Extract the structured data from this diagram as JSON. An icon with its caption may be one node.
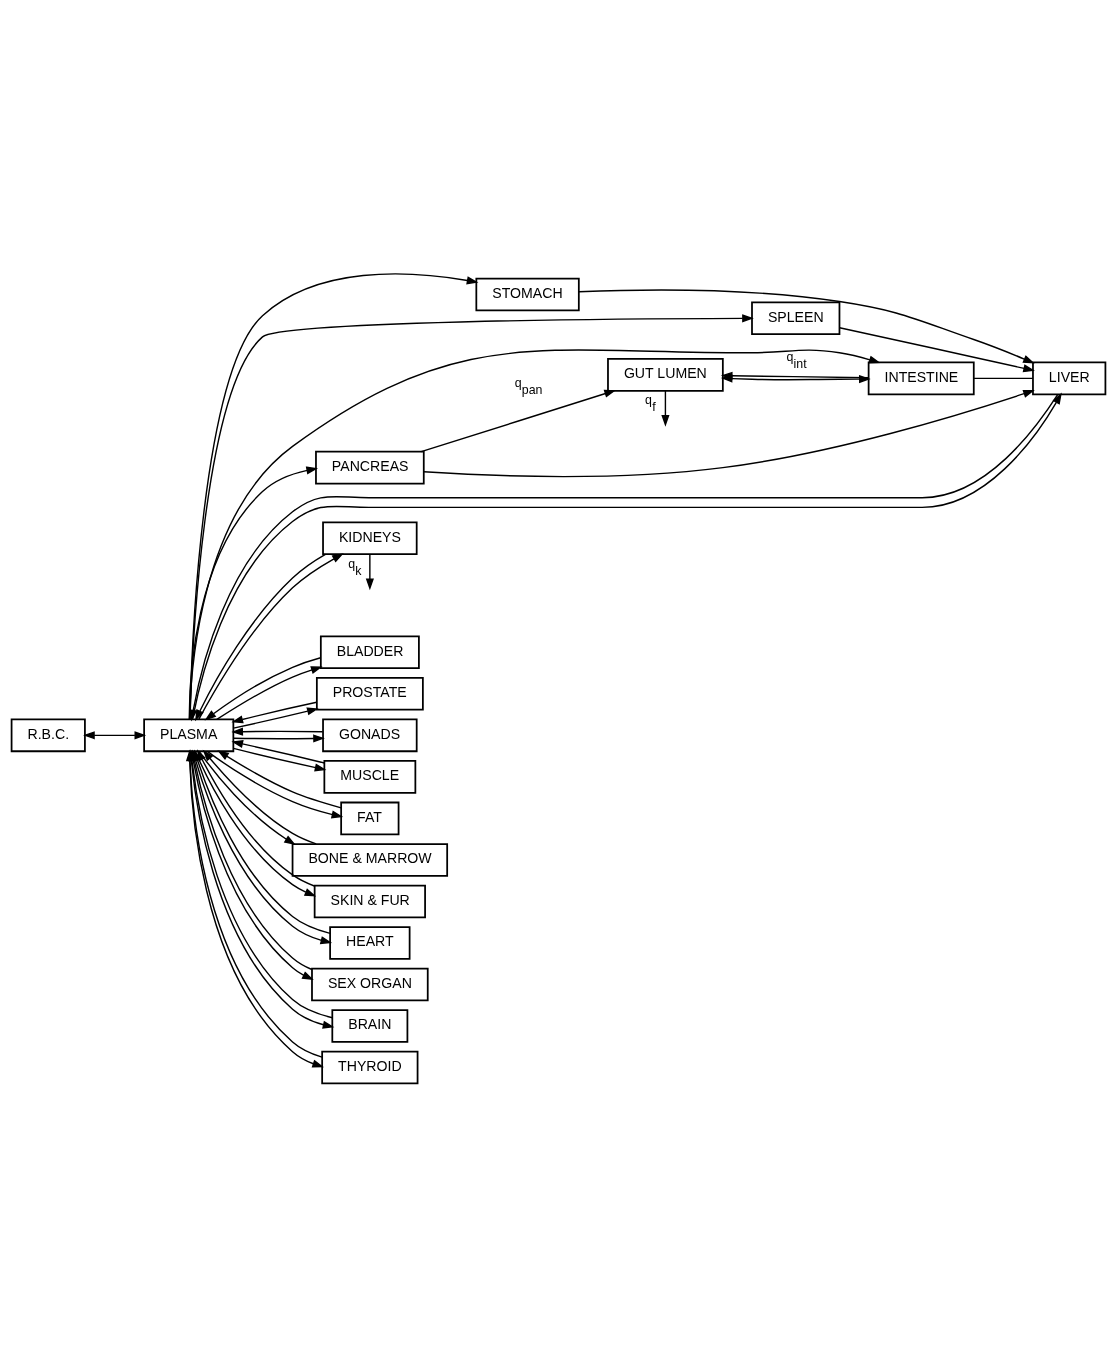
{
  "diagram": {
    "nodes": [
      {
        "text": [
          "R.B.C."
        ]
      },
      {
        "text": [
          "PLASMA"
        ]
      },
      {
        "text": [
          "STOMACH"
        ]
      },
      {
        "text": [
          "SPLEEN"
        ]
      },
      {
        "text": [
          "PANCREAS"
        ]
      },
      {
        "text": [
          "GUT LUMEN"
        ]
      },
      {
        "text": [
          "INTESTINE"
        ]
      },
      {
        "text": [
          "LIVER"
        ]
      },
      {
        "text": [
          "KIDNEYS"
        ]
      },
      {
        "text": [
          "BLADDER"
        ]
      },
      {
        "text": [
          "PROSTATE"
        ]
      },
      {
        "text": [
          "GONADS"
        ]
      },
      {
        "text": [
          "MUSCLE"
        ]
      },
      {
        "text": [
          "FAT"
        ]
      },
      {
        "text": [
          "BONE & MARROW"
        ]
      },
      {
        "text": [
          "SKIN & FUR"
        ]
      },
      {
        "text": [
          "HEART"
        ]
      },
      {
        "text": [
          "SEX ORGAN"
        ]
      },
      {
        "text": [
          "BRAIN"
        ]
      },
      {
        "text": [
          "THYROID"
        ]
      }
    ],
    "edges": [
      {
        "from": 0,
        "to": 1,
        "arrow": "both"
      },
      {
        "from": 1,
        "to": 2,
        "arrow": "to"
      },
      {
        "from": 1,
        "to": 3,
        "arrow": "to"
      },
      {
        "from": 1,
        "to": 4,
        "arrow": "to"
      },
      {
        "from": 1,
        "to": 6,
        "arrow": "to"
      },
      {
        "from": 1,
        "to": 8,
        "arrow": "to"
      },
      {
        "from": 1,
        "to": 9,
        "arrow": "to"
      },
      {
        "from": 1,
        "to": 10,
        "arrow": "to"
      },
      {
        "from": 1,
        "to": 11,
        "arrow": "to"
      },
      {
        "from": 1,
        "to": 12,
        "arrow": "to"
      },
      {
        "from": 1,
        "to": 13,
        "arrow": "to"
      },
      {
        "from": 1,
        "to": 14,
        "arrow": "to"
      },
      {
        "from": 1,
        "to": 15,
        "arrow": "to"
      },
      {
        "from": 1,
        "to": 16,
        "arrow": "to"
      },
      {
        "from": 1,
        "to": 17,
        "arrow": "to"
      },
      {
        "from": 1,
        "to": 18,
        "arrow": "to"
      },
      {
        "from": 1,
        "to": 19,
        "arrow": "to"
      },
      {
        "from": 1,
        "to": 7,
        "arrow": "to"
      },
      {
        "from": 2,
        "to": 7,
        "arrow": "to"
      },
      {
        "from": 3,
        "to": 7,
        "arrow": "to"
      },
      {
        "from": 4,
        "to": 7,
        "arrow": "to"
      },
      {
        "from": 6,
        "to": 7,
        "arrow": "none"
      },
      {
        "from": 4,
        "to": 5,
        "arrow": "to",
        "label": "q$_{pan}$"
      },
      {
        "from": 6,
        "to": 5,
        "arrow": "to",
        "label": "q$_{int}$"
      },
      {
        "from": 5,
        "to": 6,
        "arrow": "both"
      },
      {
        "from": 5,
        "to": null,
        "arrow": "to",
        "label": "q$_{f}$"
      },
      {
        "from": 8,
        "to": null,
        "arrow": "to",
        "label": "q$_{k}$"
      },
      {
        "from": 7,
        "to": 1,
        "arrow": "to"
      },
      {
        "from": 8,
        "to": 1,
        "arrow": "to"
      },
      {
        "from": 9,
        "to": 1,
        "arrow": "to"
      },
      {
        "from": 10,
        "to": 1,
        "arrow": "to"
      },
      {
        "from": 11,
        "to": 1,
        "arrow": "to"
      },
      {
        "from": 12,
        "to": 1,
        "arrow": "to"
      },
      {
        "from": 13,
        "to": 1,
        "arrow": "to"
      },
      {
        "from": 14,
        "to": 1,
        "arrow": "to"
      },
      {
        "from": 15,
        "to": 1,
        "arrow": "to"
      },
      {
        "from": 16,
        "to": 1,
        "arrow": "to"
      },
      {
        "from": 17,
        "to": 1,
        "arrow": "to"
      },
      {
        "from": 18,
        "to": 1,
        "arrow": "to"
      },
      {
        "from": 19,
        "to": 1,
        "arrow": "to"
      }
    ]
  }
}
